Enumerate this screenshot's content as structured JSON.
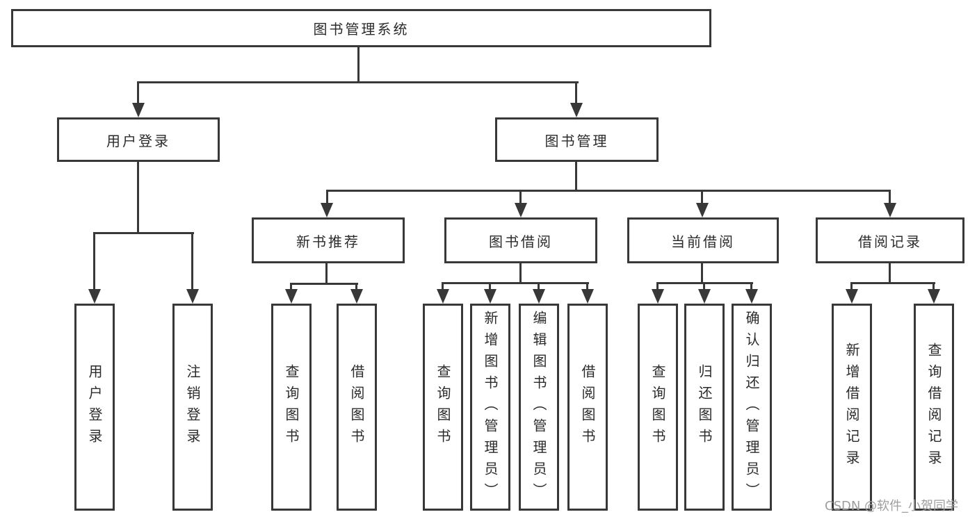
{
  "tree": {
    "root": {
      "label": "图书管理系统"
    },
    "level2": [
      {
        "label": "用户登录"
      },
      {
        "label": "图书管理"
      }
    ],
    "level3": [
      {
        "label": "新书推荐",
        "parent": "图书管理"
      },
      {
        "label": "图书借阅",
        "parent": "图书管理"
      },
      {
        "label": "当前借阅",
        "parent": "图书管理"
      },
      {
        "label": "借阅记录",
        "parent": "图书管理"
      }
    ],
    "leaves": [
      {
        "label": "用户登录",
        "parent": "用户登录"
      },
      {
        "label": "注销登录",
        "parent": "用户登录"
      },
      {
        "label": "查询图书",
        "parent": "新书推荐"
      },
      {
        "label": "借阅图书",
        "parent": "新书推荐"
      },
      {
        "label": "查询图书",
        "parent": "图书借阅"
      },
      {
        "label": "新增图书（管理员）",
        "parent": "图书借阅"
      },
      {
        "label": "编辑图书（管理员）",
        "parent": "图书借阅"
      },
      {
        "label": "借阅图书",
        "parent": "图书借阅"
      },
      {
        "label": "查询图书",
        "parent": "当前借阅"
      },
      {
        "label": "归还图书",
        "parent": "当前借阅"
      },
      {
        "label": "确认归还（管理员）",
        "parent": "当前借阅"
      },
      {
        "label": "新增借阅记录",
        "parent": "借阅记录"
      },
      {
        "label": "查询借阅记录",
        "parent": "借阅记录"
      }
    ]
  },
  "watermark": {
    "text": "CSDN @软件_小贺同学"
  },
  "colors": {
    "line": "#383838",
    "text": "#2b2b2b",
    "watermark": "#9e9e9e",
    "background": "#ffffff"
  }
}
